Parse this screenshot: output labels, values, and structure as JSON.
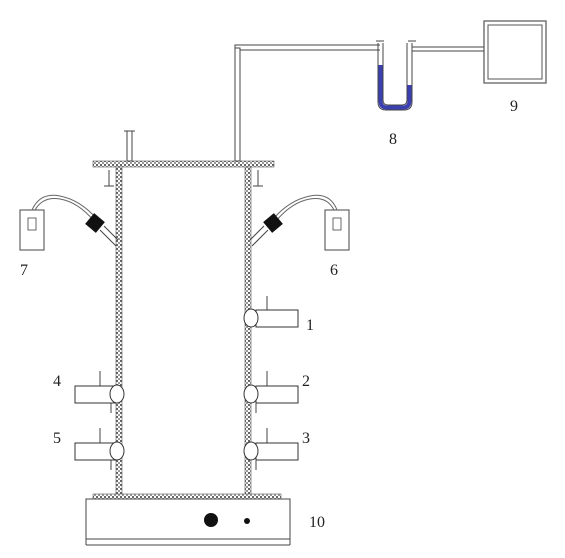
{
  "labels": {
    "port_1": "1",
    "port_2": "2",
    "port_3": "3",
    "port_4": "4",
    "port_5": "5",
    "sensor_6": "6",
    "sensor_7": "7",
    "manometer": "8",
    "box_9": "9",
    "base": "10"
  },
  "colors": {
    "manometer_liquid": "#3b3fb0",
    "outline": "#444444"
  }
}
